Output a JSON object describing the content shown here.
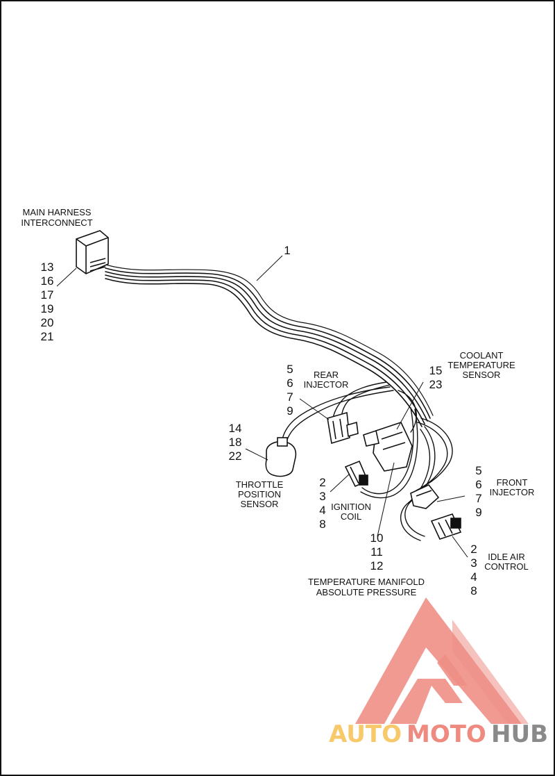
{
  "labels": {
    "main_harness": [
      "MAIN HARNESS",
      "INTERCONNECT"
    ],
    "main_harness_nums": [
      "13",
      "16",
      "17",
      "19",
      "20",
      "21"
    ],
    "item1": "1",
    "rear_injector": [
      "REAR",
      "INJECTOR"
    ],
    "rear_injector_nums": [
      "5",
      "6",
      "7",
      "9"
    ],
    "coolant": [
      "COOLANT",
      "TEMPERATURE",
      "SENSOR"
    ],
    "coolant_nums": [
      "15",
      "23"
    ],
    "throttle_nums": [
      "14",
      "18",
      "22"
    ],
    "throttle": [
      "THROTTLE",
      "POSITION",
      "SENSOR"
    ],
    "ignition_nums": [
      "2",
      "3",
      "4",
      "8"
    ],
    "ignition": [
      "IGNITION",
      "COIL"
    ],
    "front_injector_nums": [
      "5",
      "6",
      "7",
      "9"
    ],
    "front_injector": [
      "FRONT",
      "INJECTOR"
    ],
    "tmap_nums": [
      "10",
      "11",
      "12"
    ],
    "tmap": [
      "TEMPERATURE MANIFOLD",
      "ABSOLUTE PRESSURE"
    ],
    "idle_nums": [
      "2",
      "3",
      "4",
      "8"
    ],
    "idle": [
      "IDLE AIR",
      "CONTROL"
    ]
  },
  "watermark": {
    "part1": "AUTO",
    "part2": "MOTO",
    "part3": "HUB",
    "colors": {
      "auto": "#f7c96a",
      "moto": "#ee8a80",
      "hub": "#8a8a8a",
      "logo": "#ee8f86"
    }
  }
}
